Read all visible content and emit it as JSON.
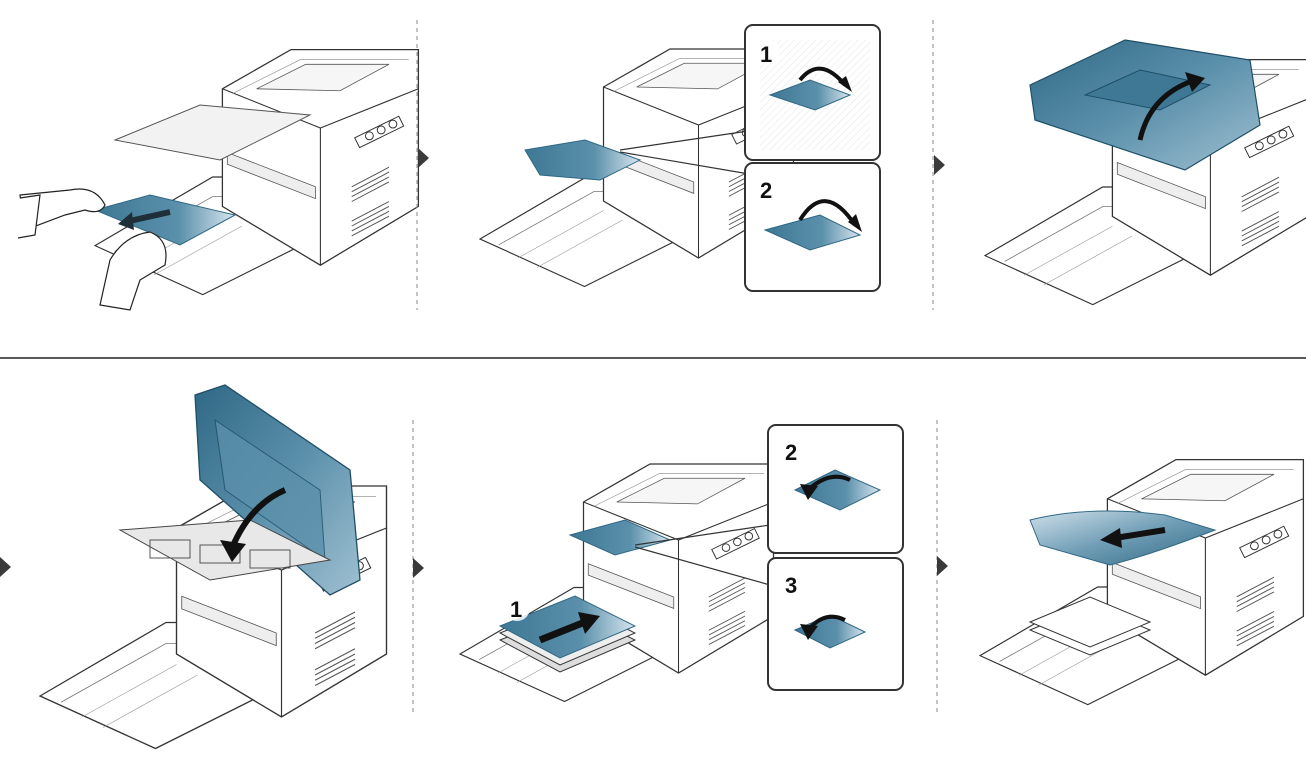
{
  "figure": {
    "row1": {
      "step1": {
        "image": "pull-jammed-paper-from-tray"
      },
      "step2": {
        "image": "fold-output-support",
        "callouts": [
          {
            "label": "1",
            "image": "support-flap-fold-up"
          },
          {
            "label": "2",
            "image": "support-flap-fold-down"
          }
        ]
      },
      "step3": {
        "image": "open-top-cover"
      }
    },
    "row2": {
      "step1": {
        "image": "close-top-cover"
      },
      "step2": {
        "image": "reload-paper-and-adjust-guides",
        "stack_label": "1",
        "callouts": [
          {
            "label": "2",
            "image": "paper-guide-adjust"
          },
          {
            "label": "3",
            "image": "paper-guide-adjust-tray"
          }
        ]
      },
      "step3": {
        "image": "paper-output-printer"
      }
    }
  },
  "colors": {
    "accent": "#3e7894",
    "accent_light": "#b7d0dd",
    "line": "#333333",
    "separator": "#222222",
    "dashed": "#888888",
    "arrow": "#3a3a3a"
  }
}
